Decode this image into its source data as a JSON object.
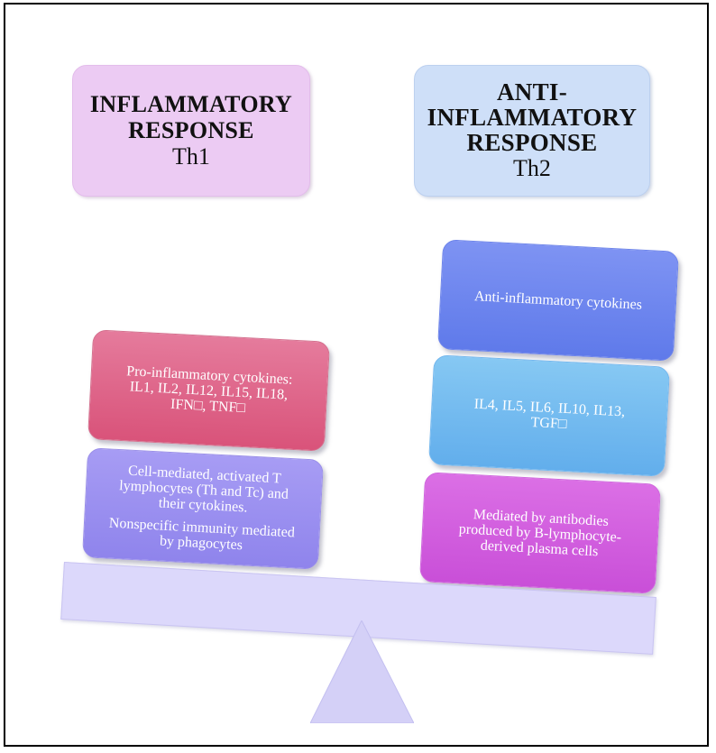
{
  "left": {
    "header": {
      "title_lines": [
        "INFLAMMATORY",
        "RESPONSE"
      ],
      "subtitle": "Th1"
    },
    "pro_box": {
      "lines": [
        "Pro-inflammatory cytokines:",
        "IL1, IL2, IL12, IL15, IL18,",
        "IFN□, TNF□"
      ]
    },
    "cell_box": {
      "p1_lines": [
        "Cell-mediated, activated T",
        "lymphocytes (Th and Tc) and",
        "their cytokines."
      ],
      "p2_lines": [
        "Nonspecific immunity mediated",
        "by phagocytes"
      ]
    }
  },
  "right": {
    "header": {
      "title_lines": [
        "ANTI-",
        "INFLAMMATORY",
        "RESPONSE"
      ],
      "subtitle": "Th2"
    },
    "anti_box": {
      "lines": [
        "Anti-inflammatory cytokines"
      ]
    },
    "il_box": {
      "lines": [
        "IL4, IL5, IL6, IL10, IL13,",
        "TGF□"
      ]
    },
    "antibody_box": {
      "lines": [
        "Mediated by antibodies",
        "produced by B-lymphocyte-",
        "derived plasma cells"
      ]
    }
  },
  "colors": {
    "left_header": "#eccbf3",
    "right_header": "#cedff8",
    "pro_box": "#d9537a",
    "cell_box": "#8f84ec",
    "anti_box": "#5f7aea",
    "il_box": "#62aeec",
    "antibody_box": "#c94fd8",
    "beam": "#dcd8fb",
    "fulcrum": "#d4d0f7"
  }
}
